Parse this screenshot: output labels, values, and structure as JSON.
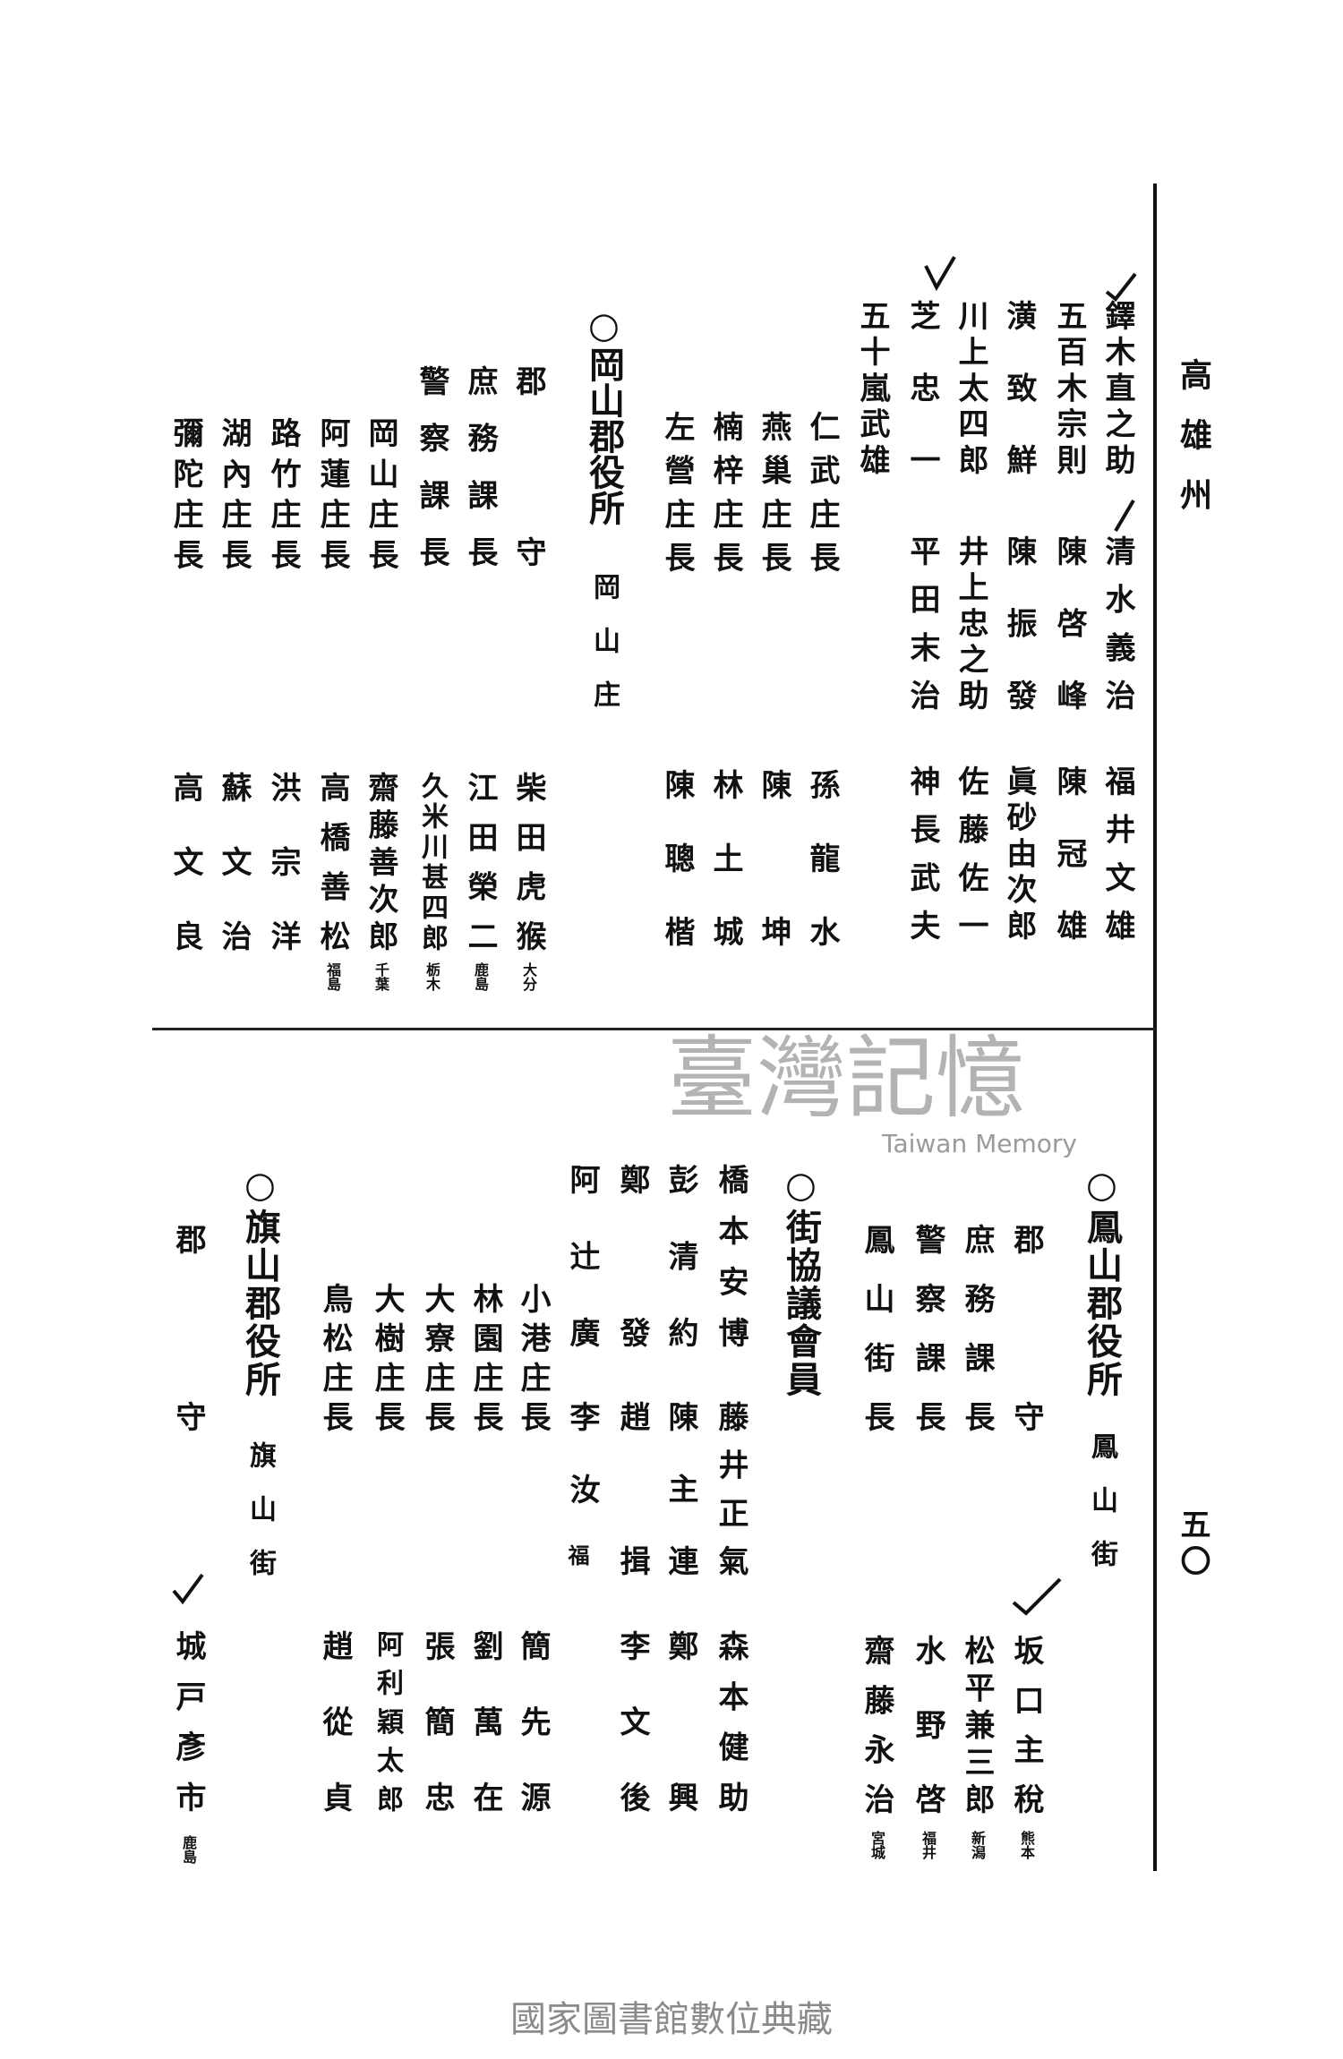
{
  "header": {
    "prefecture": "高雄州",
    "page_number": "五〇"
  },
  "continued_members": [
    [
      "鐸木直之助",
      "清水義治",
      "福井文雄"
    ],
    [
      "五百木宗則",
      "陳啓峰",
      "陳冠雄"
    ],
    [
      "潢致鮮",
      "陳振發",
      "眞砂由次郎"
    ],
    [
      "川上太四郎",
      "井上忠之助",
      "佐藤佐一"
    ],
    [
      "芝忠一",
      "平田末治",
      "神長武夫"
    ],
    [
      "五十嵐武雄"
    ]
  ],
  "village_heads_top": [
    {
      "title": "仁武庄長",
      "name": "孫龍水"
    },
    {
      "title": "燕巢庄長",
      "name": "陳坤"
    },
    {
      "title": "楠梓庄長",
      "name": "林土城"
    },
    {
      "title": "左營庄長",
      "name": "陳聰楷"
    }
  ],
  "okayama": {
    "heading": "○岡山郡役所",
    "location": "岡山庄",
    "officials": [
      {
        "title": "郡守",
        "name": "柴田虎猴",
        "origin": "大分"
      },
      {
        "title": "庶務課長",
        "name": "江田榮二",
        "origin": "鹿島"
      },
      {
        "title": "警察課長",
        "name": "久米川甚四郎",
        "origin": "栃木"
      },
      {
        "title": "岡山庄長",
        "name": "齋藤善次郎",
        "origin": "千葉"
      },
      {
        "title": "阿蓮庄長",
        "name": "高橋善松",
        "origin": "福島"
      },
      {
        "title": "路竹庄長",
        "name": "洪宗洋"
      },
      {
        "title": "湖內庄長",
        "name": "蘇文治"
      },
      {
        "title": "彌陀庄長",
        "name": "高文良"
      }
    ]
  },
  "hozan": {
    "heading": "○鳳山郡役所",
    "location": "鳳山街",
    "officials": [
      {
        "title": "郡守",
        "name": "坂口主稅",
        "origin": "熊本"
      },
      {
        "title": "庶務課長",
        "name": "松平兼三郎",
        "origin": "新潟"
      },
      {
        "title": "警察課長",
        "name": "水野啓",
        "origin": "福井"
      },
      {
        "title": "鳳山街長",
        "name": "齋藤永治",
        "origin": "宮城"
      }
    ],
    "council_heading": "○街協議會員",
    "council_members": [
      [
        "橋本安博",
        "藤井正氣",
        "森本健助"
      ],
      [
        "彭清約",
        "陳主連",
        "鄭興"
      ],
      [
        "鄭發",
        "趙揖",
        "李文後"
      ],
      [
        "阿辻廣",
        "李汝"
      ]
    ],
    "council_note": "福",
    "village_heads": [
      {
        "title": "小港庄長",
        "name": "簡先源"
      },
      {
        "title": "林園庄長",
        "name": "劉萬在"
      },
      {
        "title": "大寮庄長",
        "name": "張簡忠"
      },
      {
        "title": "大樹庄長",
        "name": "阿利穎太郎"
      },
      {
        "title": "鳥松庄長",
        "name": "趙從貞"
      }
    ]
  },
  "kizan": {
    "heading": "○旗山郡役所",
    "location": "旗山街",
    "officials": [
      {
        "title": "郡守",
        "name": "城戸彥市",
        "origin": "鹿島"
      }
    ]
  },
  "watermark": {
    "chinese": "臺灣記憶",
    "english": "Taiwan Memory"
  },
  "footer": "國家圖書館數位典藏"
}
